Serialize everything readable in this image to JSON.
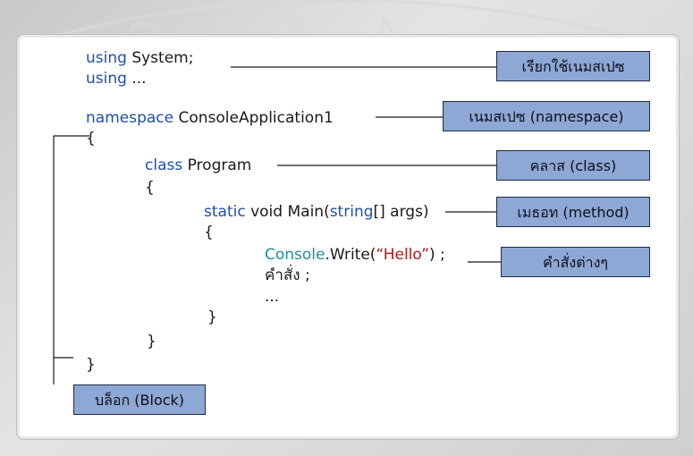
{
  "code": {
    "using_kw_1": "using",
    "using_val_1": "System;",
    "using_kw_2": "using",
    "using_val_2": "...",
    "namespace_kw": "namespace",
    "namespace_name": "ConsoleApplication1",
    "brace_ns_open": "{",
    "class_kw": "class",
    "class_name": "Program",
    "brace_class_open": "{",
    "static_kw": "static",
    "void_kw": "void",
    "main_name": "Main(",
    "string_kw": "string",
    "main_args": "[] args)",
    "brace_method_open": "{",
    "console_type": "Console",
    "write_call": ".Write(",
    "hello_str": "“Hello”",
    "write_end": ") ;",
    "statement": "คำสั่ง ;",
    "ellipsis": "...",
    "brace_method_close": "}",
    "brace_class_close": "}",
    "brace_ns_close": "}"
  },
  "labels": {
    "call_namespace": "เรียกใช้เนมสเปซ",
    "namespace": "เนมสเปซ (namespace)",
    "class": "คลาส (class)",
    "method": "เมธอท (method)",
    "statements": "คำสั่งต่างๆ",
    "block": "บล็อก (Block)"
  },
  "colors": {
    "keyword": "#1f4fb0",
    "type": "#1f8f9a",
    "string": "#b01a1a",
    "label_box": "#8da8d4"
  }
}
